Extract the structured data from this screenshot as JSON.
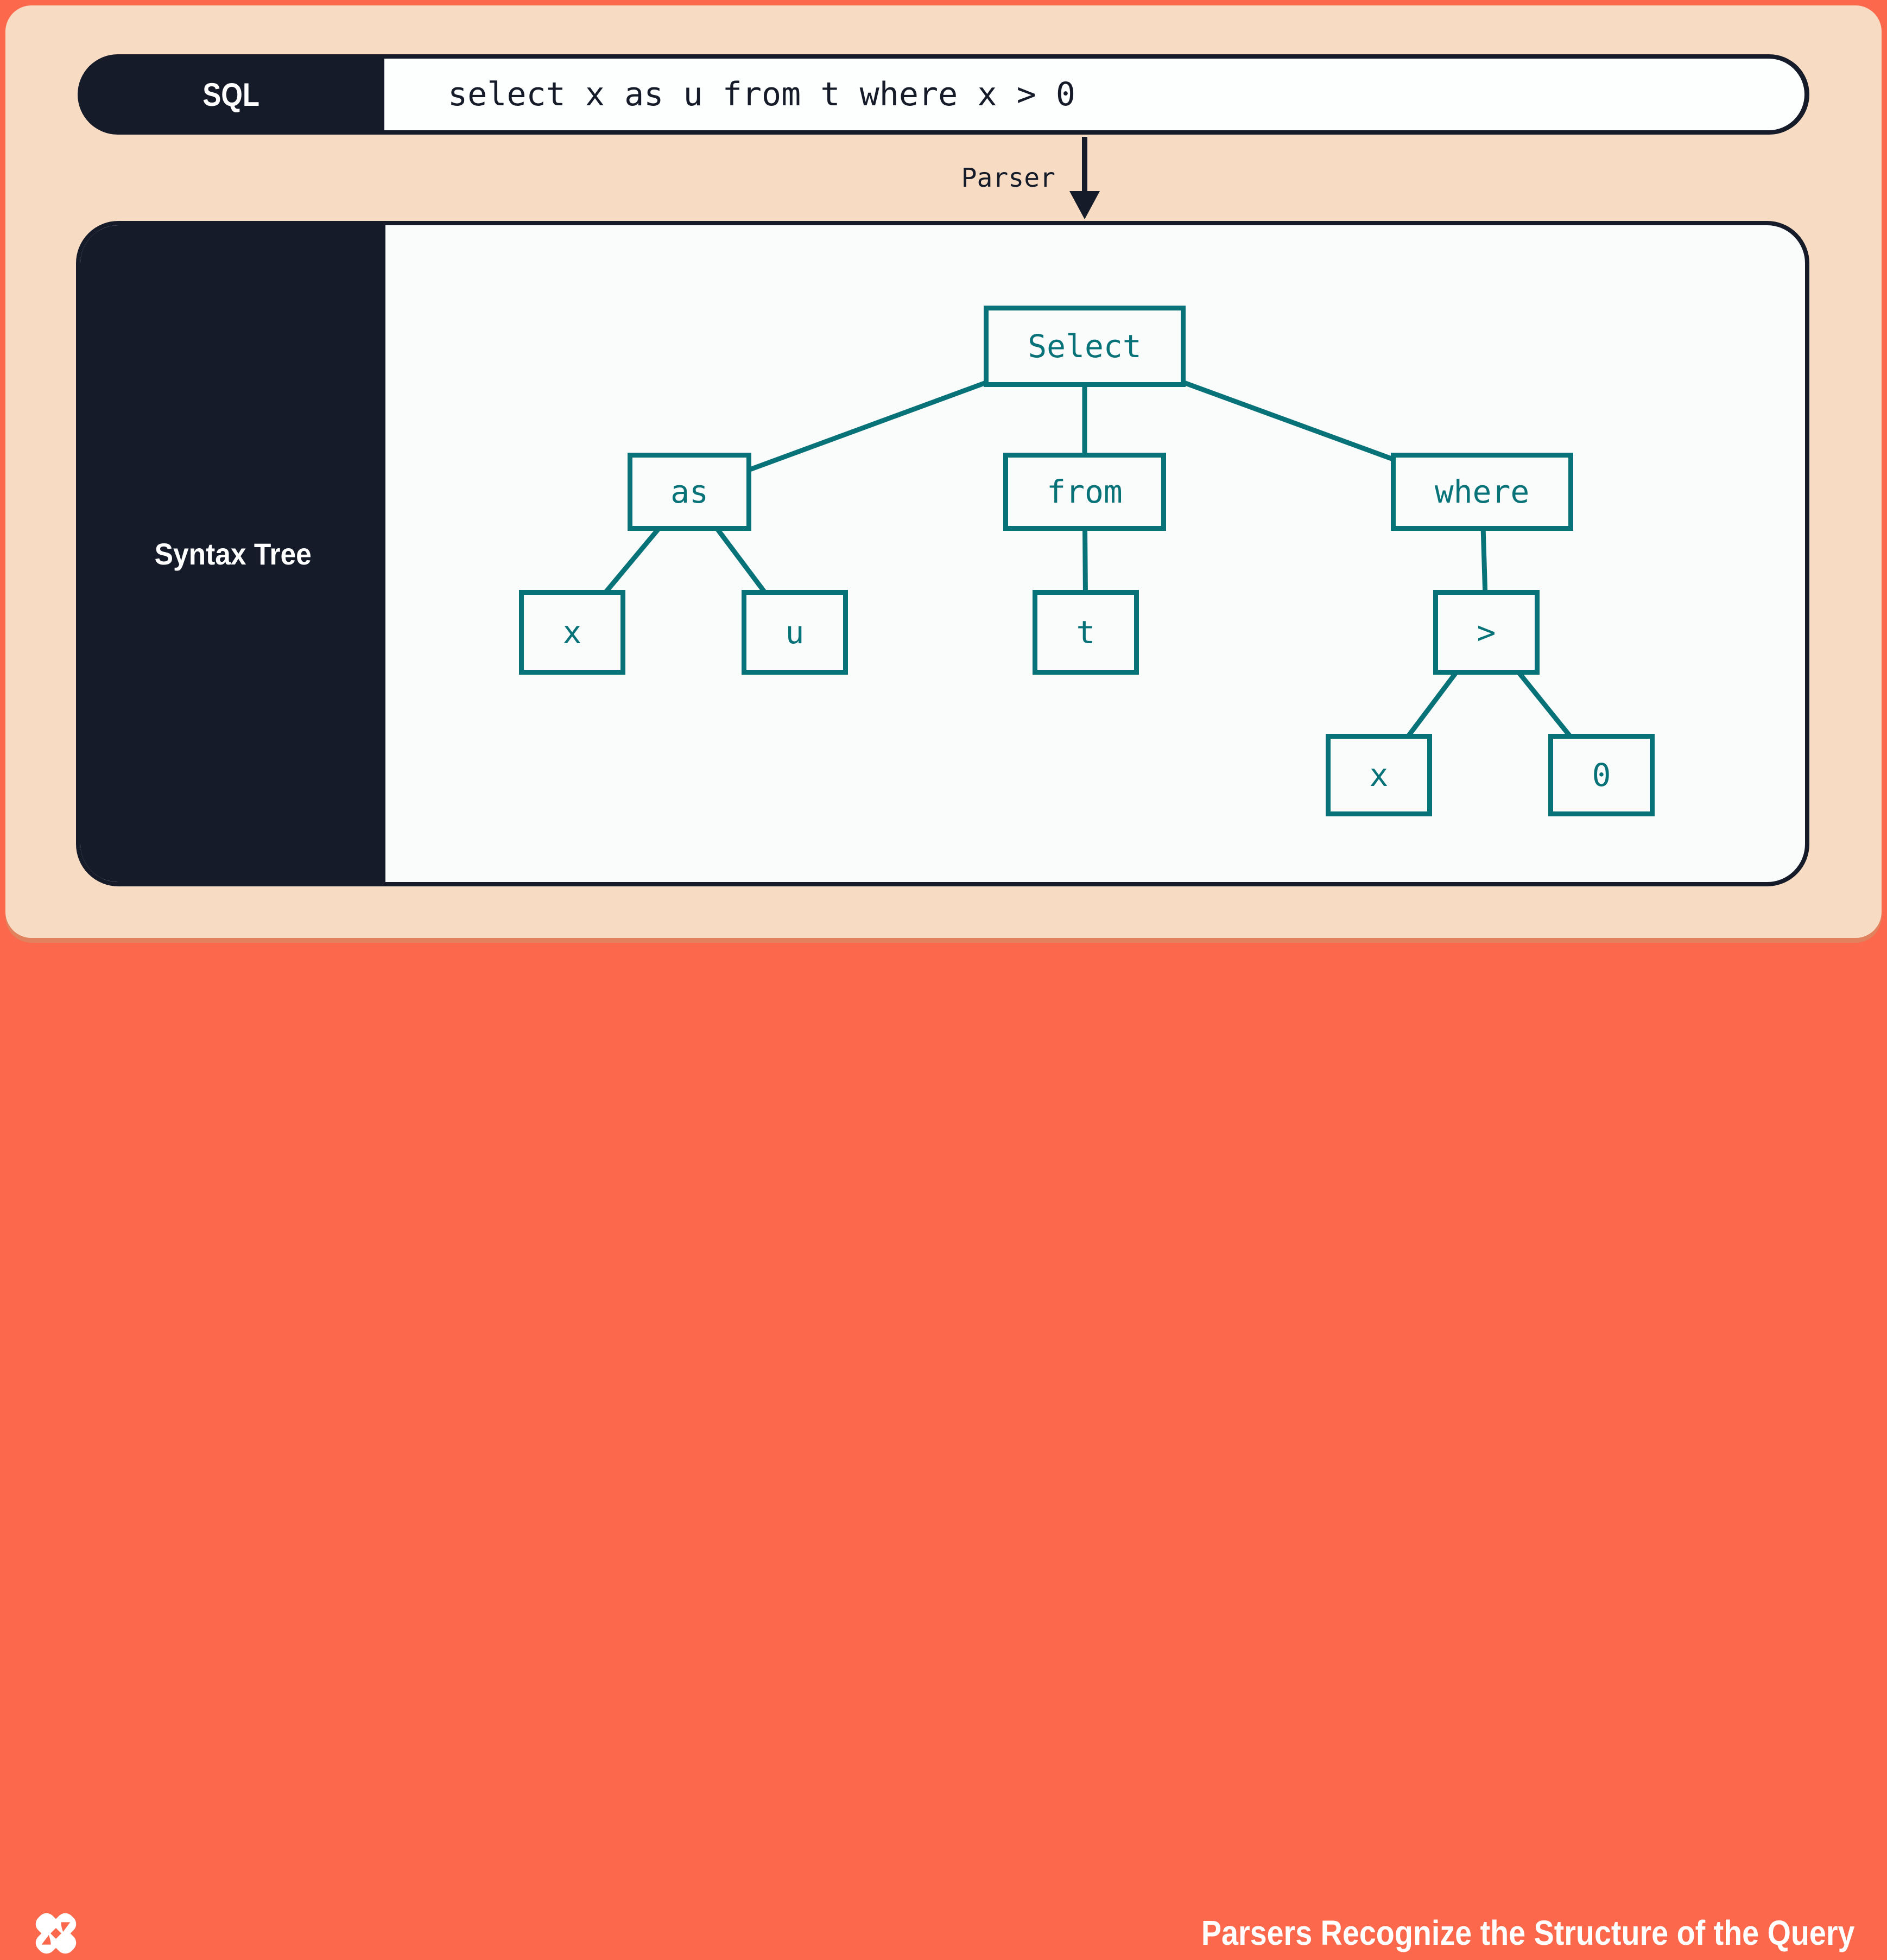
{
  "sql_bar": {
    "label": "SQL",
    "query": "select x as u from t where x > 0"
  },
  "parser_label": "Parser",
  "syntax_tree_panel": {
    "label": "Syntax Tree"
  },
  "tree": {
    "nodes": [
      {
        "id": "select",
        "label": "Select"
      },
      {
        "id": "as",
        "label": "as"
      },
      {
        "id": "from",
        "label": "from"
      },
      {
        "id": "where",
        "label": "where"
      },
      {
        "id": "x1",
        "label": "x"
      },
      {
        "id": "u",
        "label": "u"
      },
      {
        "id": "t",
        "label": "t"
      },
      {
        "id": "gt",
        "label": ">"
      },
      {
        "id": "x2",
        "label": "x"
      },
      {
        "id": "zero",
        "label": "0"
      }
    ],
    "edges": [
      [
        "select",
        "as"
      ],
      [
        "select",
        "from"
      ],
      [
        "select",
        "where"
      ],
      [
        "as",
        "x1"
      ],
      [
        "as",
        "u"
      ],
      [
        "from",
        "t"
      ],
      [
        "where",
        "gt"
      ],
      [
        "gt",
        "x2"
      ],
      [
        "gt",
        "zero"
      ]
    ]
  },
  "footer": {
    "title": "Parsers Recognize the Structure of the Query",
    "logo": "dolt-logo"
  },
  "colors": {
    "orange": "#fb684b",
    "peach": "#f8dbc3",
    "peach-edge": "#e2815d",
    "navy": "#151b28",
    "teal": "#077277",
    "panel-bg": "#fafbfb",
    "white": "#fdfefe"
  }
}
